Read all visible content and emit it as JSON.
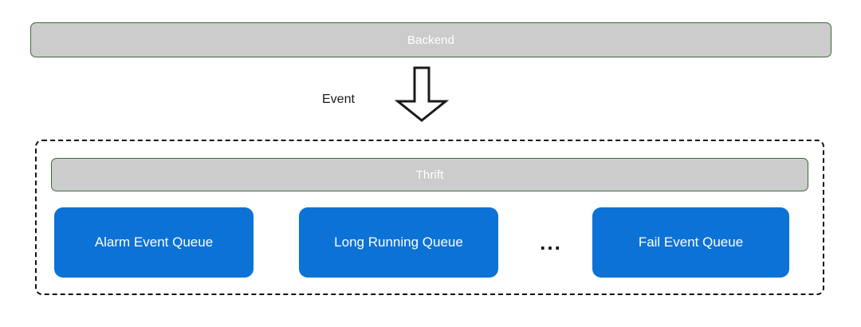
{
  "diagram": {
    "backend": {
      "label": "Backend"
    },
    "flow": {
      "edge_label": "Event",
      "arrow_icon": "arrow-down-block-icon"
    },
    "queue_group": {
      "thrift": {
        "label": "Thrift"
      },
      "ellipsis": "...",
      "queues": [
        {
          "label": "Alarm Event Queue"
        },
        {
          "label": "Long Running Queue"
        },
        {
          "label": "Fail Event Queue"
        }
      ]
    }
  },
  "colors": {
    "bar_fill": "#cccccc",
    "bar_border": "#3c6b3c",
    "bar_text": "#ffffff",
    "queue_fill": "#0c72d6",
    "queue_text": "#ffffff",
    "dashed_border": "#111111",
    "arrow_stroke": "#1a1a1a",
    "text": "#1a1a1a",
    "background": "#ffffff"
  }
}
